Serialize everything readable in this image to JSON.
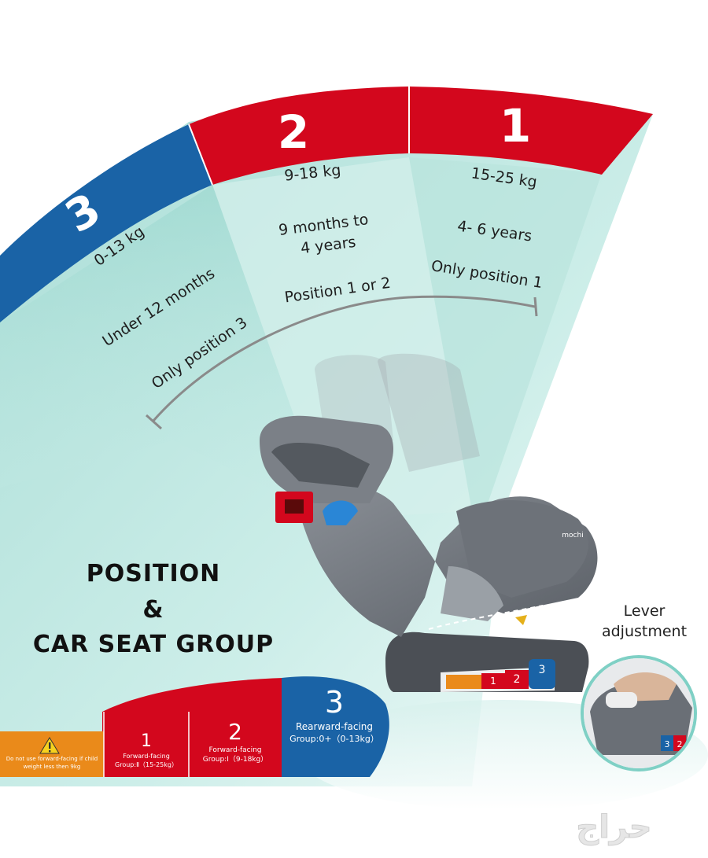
{
  "fan": {
    "group3": {
      "number": "3",
      "weight": "0-13 kg",
      "age": "Under 12 months",
      "position": "Only position 3"
    },
    "group2": {
      "number": "2",
      "weight": "9-18 kg",
      "age_line1": "9 months to",
      "age_line2": "4 years",
      "position": "Position 1 or 2"
    },
    "group1": {
      "number": "1",
      "weight": "15-25 kg",
      "age": "4- 6 years",
      "position": "Only position 1"
    }
  },
  "title": {
    "line1": "POSITION",
    "line2": "&",
    "line3": "CAR SEAT GROUP"
  },
  "lever_label": {
    "line1": "Lever",
    "line2": "adjustment"
  },
  "legend": {
    "warning": {
      "line1": "Do not use forward-facing if child",
      "line2": "weight less then 9kg"
    },
    "group1": {
      "number": "1",
      "line1": "Forward-facing",
      "line2": "Group:Ⅱ（15-25kg）"
    },
    "group2": {
      "number": "2",
      "line1": "Forward-facing",
      "line2": "Group:Ⅰ（9-18kg）"
    },
    "group3": {
      "number": "3",
      "line1": "Rearward-facing",
      "line2": "Group:0+（0-13kg）"
    }
  },
  "seat_brand": "mochi",
  "inset_badges": [
    "3",
    "2"
  ],
  "seat_badges": [
    "1",
    "2",
    "3"
  ],
  "watermark": "حراج",
  "colors": {
    "red": "#d3071d",
    "blue": "#1a63a6",
    "orange": "#ea8a1a",
    "teal": "#bfe5df",
    "teal_dark": "#8fd0c6"
  },
  "icons": [
    "warning-icon"
  ]
}
